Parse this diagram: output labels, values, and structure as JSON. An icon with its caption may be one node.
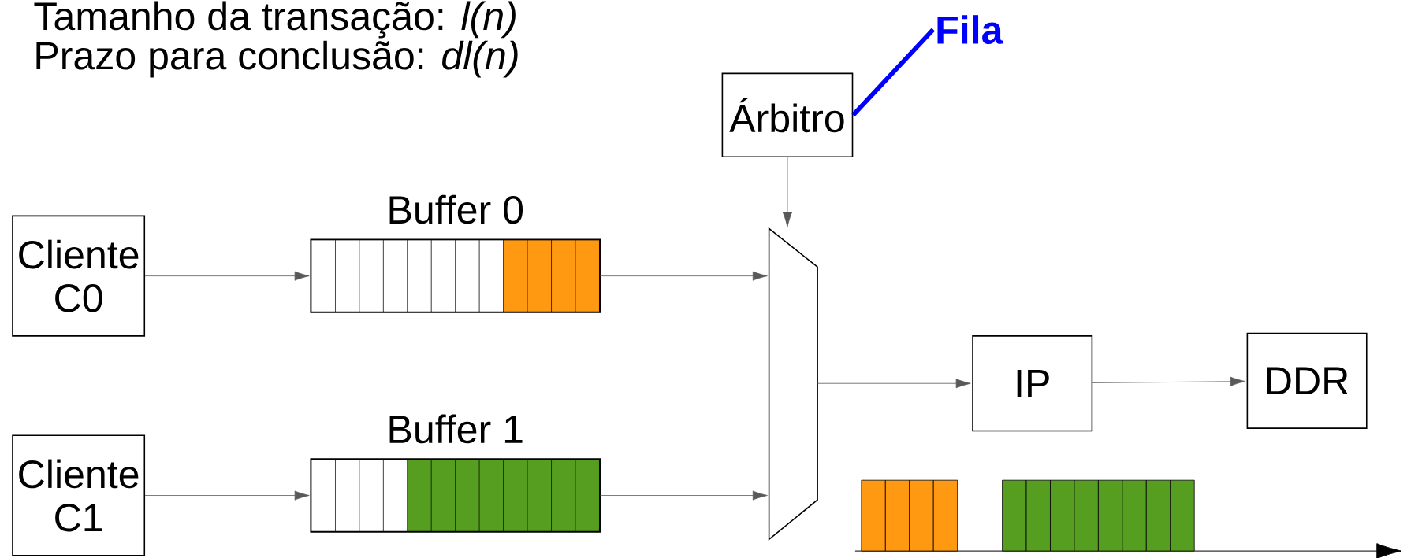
{
  "diagram": {
    "nodes": [
      {
        "text": [
          "Árbitro"
        ]
      },
      {
        "text": [
          "Cliente C0"
        ]
      },
      {
        "text": [
          "Buffer 0"
        ]
      },
      {
        "text": [
          "Cliente C1"
        ]
      },
      {
        "text": [
          "Buffer 1"
        ]
      },
      {
        "text": [],
        "shape": "trapezoid"
      },
      {
        "text": [
          "IP"
        ]
      },
      {
        "text": [
          "DDR"
        ]
      },
      {
        "text": [
          "Fila"
        ]
      }
    ],
    "edges": [
      {
        "from": 0,
        "to": 5,
        "arrow": "to"
      },
      {
        "from": 1,
        "to": 2,
        "arrow": "to"
      },
      {
        "from": 2,
        "to": 5,
        "arrow": "to"
      },
      {
        "from": 3,
        "to": 4,
        "arrow": "to"
      },
      {
        "from": 4,
        "to": 5,
        "arrow": "to"
      },
      {
        "from": 5,
        "to": 6,
        "arrow": "to"
      },
      {
        "from": 6,
        "to": 7,
        "arrow": "to"
      },
      {
        "from": 8,
        "to": 0,
        "arrow": "none",
        "style": "thick",
        "color": "#0000ff"
      }
    ],
    "labels": [
      "Tamanho da transação: *l(n)*",
      "Prazo para conclusão: *dl(n)*"
    ]
  }
}
